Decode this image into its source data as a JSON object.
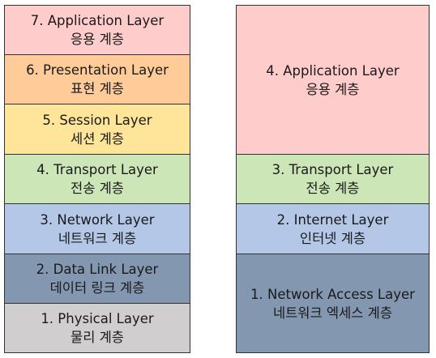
{
  "osi_model": {
    "layers": [
      {
        "title": "7. Application Layer",
        "subtitle": "응용 계층",
        "color": "#ffcccc"
      },
      {
        "title": "6. Presentation Layer",
        "subtitle": "표현 계층",
        "color": "#ffcc99"
      },
      {
        "title": "5. Session Layer",
        "subtitle": "세션 계층",
        "color": "#ffe599"
      },
      {
        "title": "4. Transport Layer",
        "subtitle": "전송 계층",
        "color": "#cde6b8"
      },
      {
        "title": "3. Network Layer",
        "subtitle": "네트워크 계층",
        "color": "#b4c7e7"
      },
      {
        "title": "2. Data Link Layer",
        "subtitle": "데이터 링크 계층",
        "color": "#8497b0"
      },
      {
        "title": "1. Physical Layer",
        "subtitle": "물리 계층",
        "color": "#d0cece"
      }
    ]
  },
  "tcpip_model": {
    "layers": [
      {
        "title": "4. Application Layer",
        "subtitle": "응용 계층",
        "color": "#ffcccc"
      },
      {
        "title": "3. Transport Layer",
        "subtitle": "전송 계층",
        "color": "#cde6b8"
      },
      {
        "title": "2. Internet Layer",
        "subtitle": "인터넷 계층",
        "color": "#b4c7e7"
      },
      {
        "title": "1. Network Access Layer",
        "subtitle": "네트워크 엑세스 계층",
        "color": "#8497b0"
      }
    ]
  }
}
